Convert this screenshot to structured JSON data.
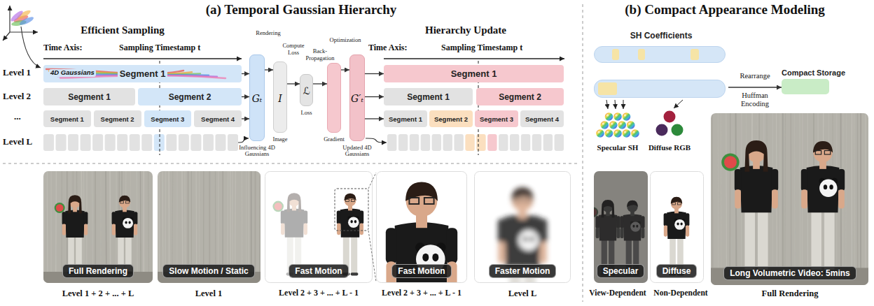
{
  "diagram": {
    "nodes": [
      {
        "text": [
          "Segment 1"
        ]
      },
      {
        "text": [
          "Segment 1"
        ]
      },
      {
        "text": [
          "Segment 2"
        ]
      },
      {
        "text": [
          "Segment 1"
        ]
      },
      {
        "text": [
          "Segment 2"
        ]
      },
      {
        "text": [
          "Segment 3"
        ]
      },
      {
        "text": [
          "Segment 4"
        ]
      },
      {
        "text": [
          "Gₜ",
          "Influencing 4D Gaussians"
        ]
      },
      {
        "text": [
          "I",
          "Image"
        ]
      },
      {
        "text": [
          "ℒ",
          "Loss"
        ]
      },
      {
        "text": [
          "Gradient"
        ]
      },
      {
        "text": [
          "G′ₜ",
          "Updated 4D Gaussians"
        ]
      },
      {
        "text": [
          "Segment 1"
        ]
      },
      {
        "text": [
          "Segment 1"
        ]
      },
      {
        "text": [
          "Segment 2"
        ]
      },
      {
        "text": [
          "Segment 1"
        ]
      },
      {
        "text": [
          "Segment 2"
        ]
      },
      {
        "text": [
          "Segment 3"
        ]
      },
      {
        "text": [
          "Segment 4"
        ]
      },
      {
        "text": [
          "SH Coefficients"
        ]
      },
      {
        "text": [
          "Compact Storage"
        ]
      },
      {
        "text": [
          "Full Rendering"
        ]
      },
      {
        "text": [
          "Slow Motion / Static"
        ]
      },
      {
        "text": [
          "Fast Motion"
        ]
      },
      {
        "text": [
          "Fast Motion"
        ]
      },
      {
        "text": [
          "Faster Motion"
        ]
      },
      {
        "text": [
          "Specular"
        ]
      },
      {
        "text": [
          "Diffuse"
        ]
      },
      {
        "text": [
          "Long Volumetric Video: 5mins"
        ]
      }
    ],
    "edges": [
      {
        "from": 0,
        "to": 7,
        "arrow": "to"
      },
      {
        "from": 2,
        "to": 7,
        "arrow": "to"
      },
      {
        "from": 6,
        "to": 7,
        "arrow": "to"
      },
      {
        "from": 7,
        "to": 8,
        "label": "Rendering",
        "arrow": "to"
      },
      {
        "from": 8,
        "to": 9,
        "label": "Compute Loss",
        "arrow": "to"
      },
      {
        "from": 9,
        "to": 10,
        "label": "Back-Propagation",
        "arrow": "to"
      },
      {
        "from": 10,
        "to": 11,
        "label": "Optimization",
        "arrow": "to"
      },
      {
        "from": 11,
        "to": 12,
        "arrow": "to"
      },
      {
        "from": 11,
        "to": 13,
        "arrow": "to"
      },
      {
        "from": 11,
        "to": 15,
        "arrow": "to"
      },
      {
        "from": 19,
        "to": 20,
        "arrow": "to"
      }
    ],
    "labels": [
      "(a) Temporal Gaussian Hierarchy",
      "Efficient Sampling",
      "Time Axis:",
      "Sampling Timestamp t",
      "Level 1",
      "Level 2",
      "...",
      "Level L",
      "4D Gaussians",
      "Hierarchy Update",
      "Time Axis:",
      "Sampling Timestamp t",
      "Level 1 + 2 + ... + L",
      "Level 1",
      "Level 2 + 3 + ... + L - 1",
      "Level 2 + 3 + ... + L - 1",
      "Level L",
      "(b) Compact Appearance Modeling",
      "Rearrange",
      "Huffman Encoding",
      "Specular SH",
      "Diffuse RGB",
      "View-Dependent",
      "Non-Dependent",
      "Full Rendering"
    ]
  }
}
